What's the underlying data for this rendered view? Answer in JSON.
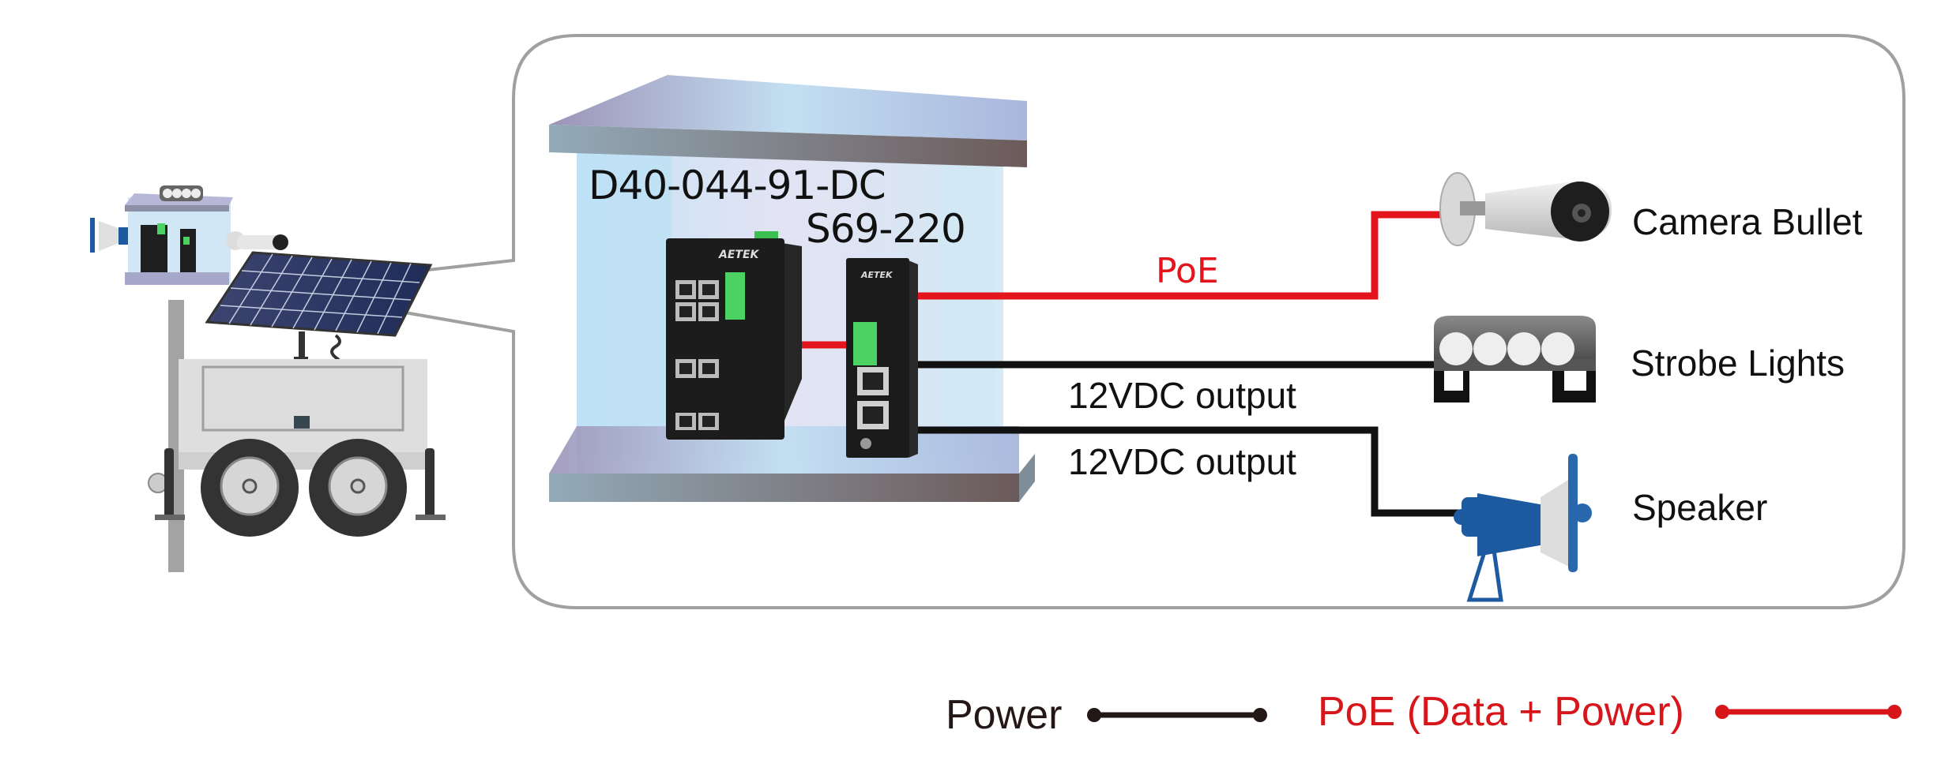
{
  "title": "Solar trailer PoE surveillance system diagram",
  "colors": {
    "poe_red": "#e3141b",
    "power_black": "#111111",
    "callout_border": "#a0a0a0",
    "enclosure_glass": "#c6e1f3",
    "solar_panel": "#2c3a66"
  },
  "scene": {
    "trailer_icon": "solar-trailer-with-pole-mounted-enclosure",
    "mini_devices": [
      "speaker",
      "strobe-lights",
      "camera-bullet",
      "switch",
      "poe-splitter"
    ]
  },
  "enclosure": {
    "switch_model": "D40-044-91-DC",
    "splitter_model": "S69-220",
    "switch_brand": "AETEK",
    "splitter_brand": "AETEK"
  },
  "connections": [
    {
      "label": "PoE",
      "type": "poe",
      "target": "Camera Bullet"
    },
    {
      "label": "12VDC output",
      "type": "power",
      "target": "Strobe Lights"
    },
    {
      "label": "12VDC output",
      "type": "power",
      "target": "Speaker"
    }
  ],
  "devices": [
    {
      "name": "Camera Bullet",
      "icon": "camera-bullet-icon"
    },
    {
      "name": "Strobe Lights",
      "icon": "strobe-lights-icon"
    },
    {
      "name": "Speaker",
      "icon": "speaker-icon"
    }
  ],
  "legend": [
    {
      "label": "Power",
      "color": "#111111"
    },
    {
      "label": "PoE (Data + Power)",
      "color": "#e3141b"
    }
  ]
}
